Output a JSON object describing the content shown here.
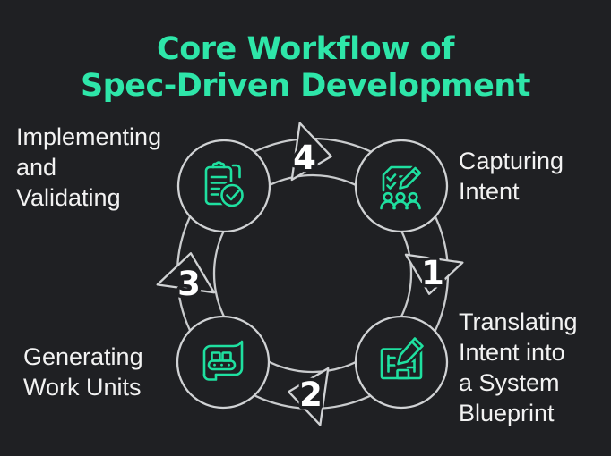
{
  "title": {
    "text": "Core Workflow of\nSpec-Driven Development",
    "color": "#2ee6a9"
  },
  "steps": [
    {
      "id": "capturing-intent",
      "label": "Capturing\nIntent",
      "position": "top-right",
      "icon": "document-checklist-people-icon"
    },
    {
      "id": "translating-intent-into-a-system-blueprint",
      "label": "Translating\nIntent into\na System\nBlueprint",
      "position": "bottom-right",
      "icon": "blueprint-pencil-icon"
    },
    {
      "id": "generating-work-units",
      "label": "Generating\nWork Units",
      "position": "bottom-left",
      "icon": "conveyor-belt-scroll-icon"
    },
    {
      "id": "implementing-and-validating",
      "label": "Implementing\nand\nValidating",
      "position": "top-left",
      "icon": "clipboard-check-icon"
    }
  ],
  "arrows": [
    {
      "number": "1",
      "position": "right",
      "from": "Capturing Intent",
      "to": "Translating Intent into a System Blueprint"
    },
    {
      "number": "2",
      "position": "bottom",
      "from": "Translating Intent into a System Blueprint",
      "to": "Generating Work Units"
    },
    {
      "number": "3",
      "position": "left",
      "from": "Generating Work Units",
      "to": "Implementing and Validating"
    },
    {
      "number": "4",
      "position": "top",
      "from": "Implementing and Validating",
      "to": "Capturing Intent"
    }
  ],
  "colors": {
    "background": "#1f2023",
    "title_green": "#2ee6a9",
    "icon_green": "#1fe0a0",
    "outline_gray": "#d0d2d4",
    "label_white": "#f2f2f2",
    "number_white": "#ffffff"
  }
}
